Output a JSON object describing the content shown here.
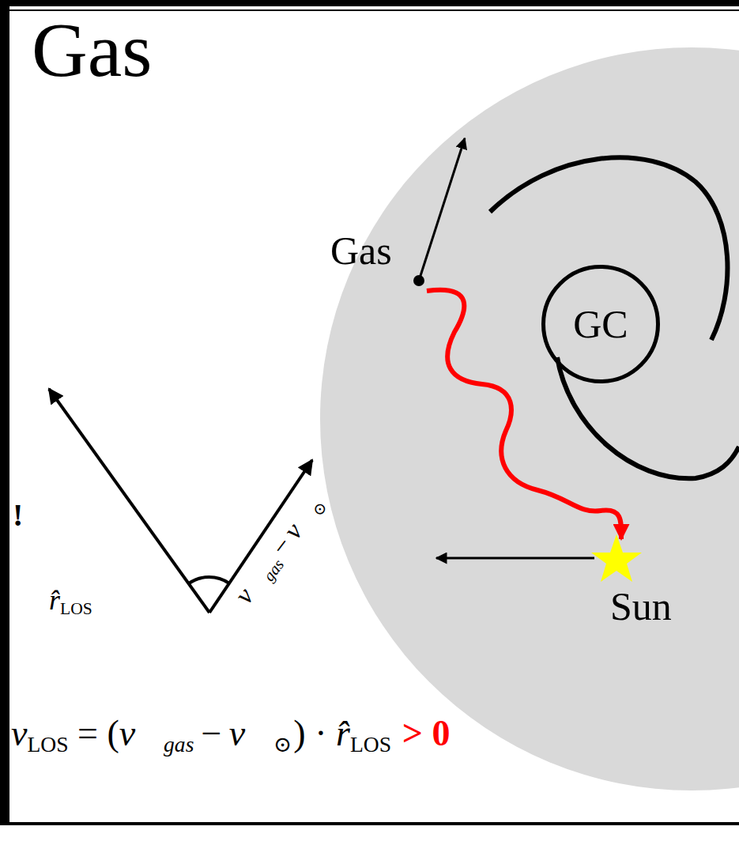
{
  "diagram": {
    "title": "Gas",
    "nodes": [
      {
        "text": [
          "GC"
        ]
      }
    ],
    "labels": [
      "Gas",
      "Sun",
      "!",
      "r̂",
      "LOS",
      "v⃗",
      "gas",
      "−",
      "v⃗",
      "⊙",
      "v",
      "LOS",
      "= (",
      "v⃗",
      "gas",
      "−",
      "v⃗",
      "⊙",
      ") ·",
      "r̂",
      "LOS",
      "> 0"
    ]
  }
}
